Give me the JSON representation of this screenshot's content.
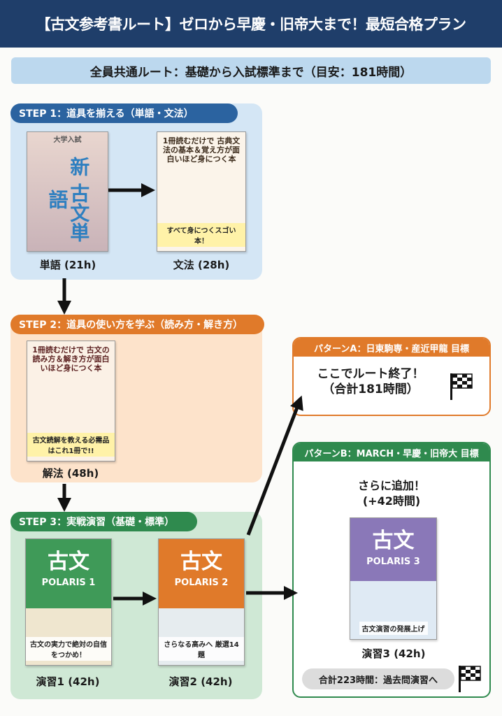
{
  "header": {
    "title": "【古文参考書ルート】ゼロから早慶・旧帝大まで！最短合格プラン"
  },
  "banner": {
    "text": "全員共通ルート：基礎から入試標準まで（目安：181時間）"
  },
  "steps": [
    {
      "title": "STEP 1：道具を揃える（単語・文法）",
      "color": "#2b63a0",
      "bg": "#d4e6f5",
      "books": [
        {
          "label": "単語 (21h)",
          "cover_title": "新 古文単語",
          "cover_sub": "大学入試"
        },
        {
          "label": "文法 (28h)",
          "cover_title": "1冊読むだけで 古典文法の基本＆覚え方が面白いほど身につく本",
          "cover_sub": "すべて身につくスゴい本！"
        }
      ]
    },
    {
      "title": "STEP 2：道具の使い方を学ぶ（読み方・解き方）",
      "color": "#e07a2a",
      "bg": "#fde3cb",
      "books": [
        {
          "label": "解法 (48h)",
          "cover_title": "1冊読むだけで 古文の読み方＆解き方が面白いほど身につく本",
          "cover_sub": "古文読解を教える必需品はこれ1冊で!!"
        }
      ]
    },
    {
      "title": "STEP 3：実戦演習（基礎・標準）",
      "color": "#2f8a4e",
      "bg": "#cfe8d5",
      "books": [
        {
          "label": "演習1 (42h)",
          "cover_title": "古文",
          "cover_series": "POLARIS 1",
          "cover_sub": "古文の実力で絶対の自信をつかめ！"
        },
        {
          "label": "演習2 (42h)",
          "cover_title": "古文",
          "cover_series": "POLARIS 2",
          "cover_sub": "さらなる高みへ 厳選14題"
        }
      ]
    }
  ],
  "patternA": {
    "title": "パターンA：日東駒専・産近甲龍 目標",
    "line1": "ここでルート終了！",
    "line2": "（合計181時間）",
    "color": "#e07a2a"
  },
  "patternB": {
    "title": "パターンB：MARCH・早慶・旧帝大 目標",
    "line1": "さらに追加！",
    "line2": "(+42時間)",
    "color": "#2f8a4e",
    "book": {
      "label": "演習3 (42h)",
      "cover_title": "古文",
      "cover_series": "POLARIS 3",
      "cover_sub": "古文演習の発展上げ"
    },
    "footer": "合計223時間：過去問演習へ"
  }
}
